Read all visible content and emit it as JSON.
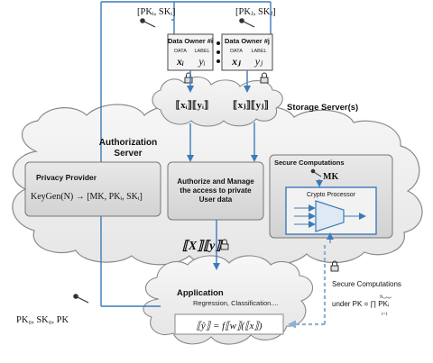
{
  "diagram": {
    "keys_owner_i": "[PKᵢ, SKᵢ]",
    "keys_owner_j": "[PKⱼ, SKⱼ]",
    "owner_i": {
      "title": "Data Owner #i",
      "data_label": "DATA",
      "label_label": "LABEL",
      "x_symbol": "xᵢ",
      "y_symbol": "yᵢ",
      "encrypted": "⟦xᵢ⟧⟦yᵢ⟧"
    },
    "owner_j": {
      "title": "Data Owner #j",
      "data_label": "DATA",
      "label_label": "LABEL",
      "x_symbol": "xⱼ",
      "y_symbol": "yⱼ",
      "encrypted": "⟦xⱼ⟧⟦yⱼ⟧"
    },
    "storage_label": "Storage Server(s)",
    "authorization_label_line1": "Authorization",
    "authorization_label_line2": "Server",
    "privacy_provider": {
      "title": "Privacy Provider",
      "keygen": "KeyGen(N) → [MK, PKᵢ, SKᵢ]"
    },
    "authorize_box": {
      "line1": "Authorize and Manage",
      "line2": "the access to private",
      "line3": "User data"
    },
    "secure_computations": {
      "title": "Secure Computations",
      "mk": "MK",
      "crypto_processor": "Crypto Processor"
    },
    "encrypted_dataset": "⟦X⟧⟦y⟧",
    "application": {
      "title": "Application",
      "subtitle": "Regression, Classification....",
      "formula": "⟦ŷ⟧ = f⟦w⟧(⟦x⟧)"
    },
    "app_keys": "PK₀, SK₀, PK",
    "secure_note_line1": "Secure  Computations",
    "secure_note_line2": "under  PK = ∏ PKᵢ",
    "product_upper": "Nₒᵤₙₑᵣₛ",
    "product_lower": "i=1"
  }
}
